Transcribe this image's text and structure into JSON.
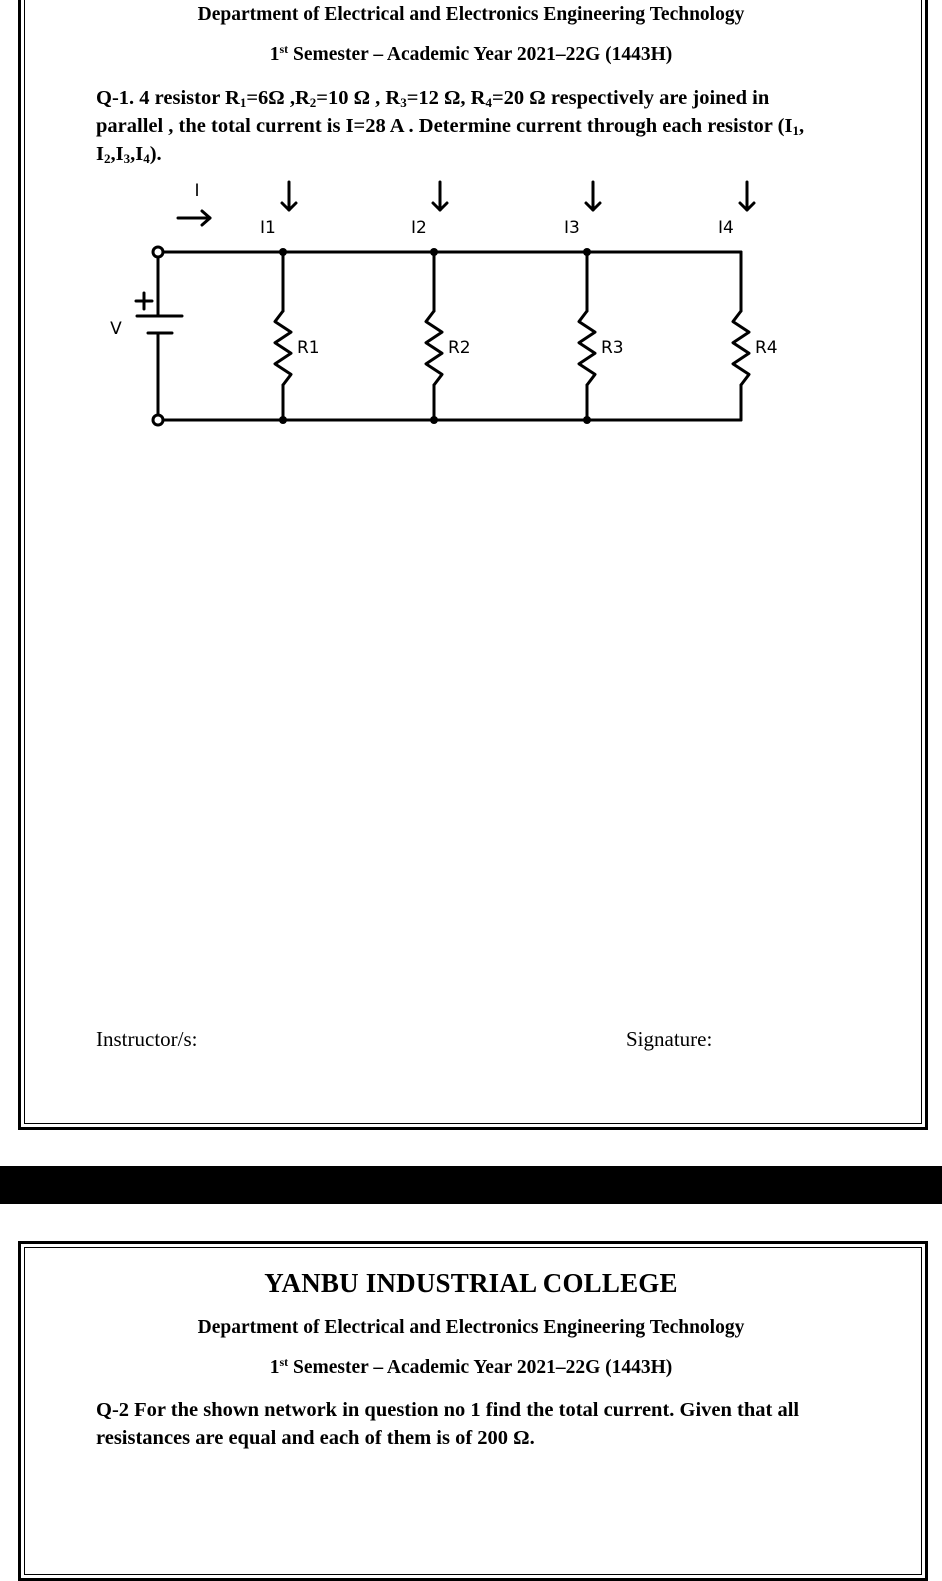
{
  "sheet1": {
    "department": "Department of Electrical and Electronics Engineering Technology",
    "semester_ordinal": "1",
    "semester_suffix": "st",
    "semester_rest": "Semester – Academic Year 2021–22G (1443H)",
    "question": [
      {
        "t": "Q-1. 4 resistor R"
      },
      {
        "sub": "1"
      },
      {
        "t": "=6Ω ,R"
      },
      {
        "sub": "2"
      },
      {
        "t": "=10 Ω  , R"
      },
      {
        "sub": "3"
      },
      {
        "t": "=12 Ω, R"
      },
      {
        "sub": "4"
      },
      {
        "t": "=20 Ω  respectively are joined in parallel , the total current is I=28 A . Determine current through each resistor (I"
      },
      {
        "sub": "1"
      },
      {
        "t": ", I"
      },
      {
        "sub": "2"
      },
      {
        "t": ",I"
      },
      {
        "sub": "3"
      },
      {
        "t": ",I"
      },
      {
        "sub": "4"
      },
      {
        "t": ")."
      }
    ],
    "circuit": {
      "source_current_label": "I",
      "source_label": "V",
      "plus_sign": "+",
      "branch_current_labels": [
        "I1",
        "I2",
        "I3",
        "I4"
      ],
      "resistor_labels": [
        "R1",
        "R2",
        "R3",
        "R4"
      ]
    },
    "instructor_label": "Instructor/s:",
    "signature_label": "Signature:"
  },
  "sheet2": {
    "college": "YANBU INDUSTRIAL COLLEGE",
    "department": "Department of Electrical and Electronics Engineering Technology",
    "semester_ordinal": "1",
    "semester_suffix": "st",
    "semester_rest": "Semester – Academic Year 2021–22G (1443H)",
    "question": [
      {
        "t": "Q-2  For the shown network in question no 1  find the total current. Given that all resistances are equal and each of them is of 200 Ω."
      }
    ]
  }
}
